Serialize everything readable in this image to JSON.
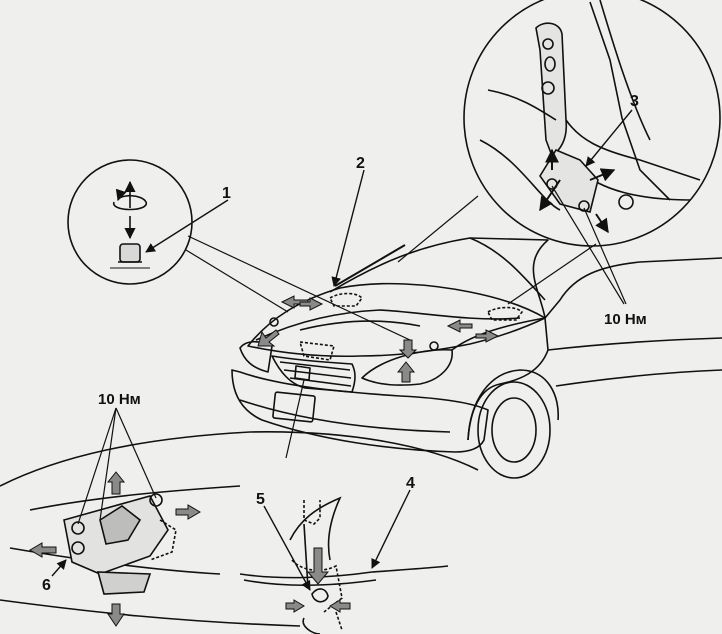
{
  "callouts": {
    "c1": "1",
    "c2": "2",
    "c3": "3",
    "c4": "4",
    "c5": "5",
    "c6": "6"
  },
  "torque": {
    "hinge": "10 Нм",
    "latch": "10 Нм"
  },
  "colors": {
    "background": "#efefed",
    "line": "#111111",
    "arrow_fill": "#8a8a8a"
  }
}
